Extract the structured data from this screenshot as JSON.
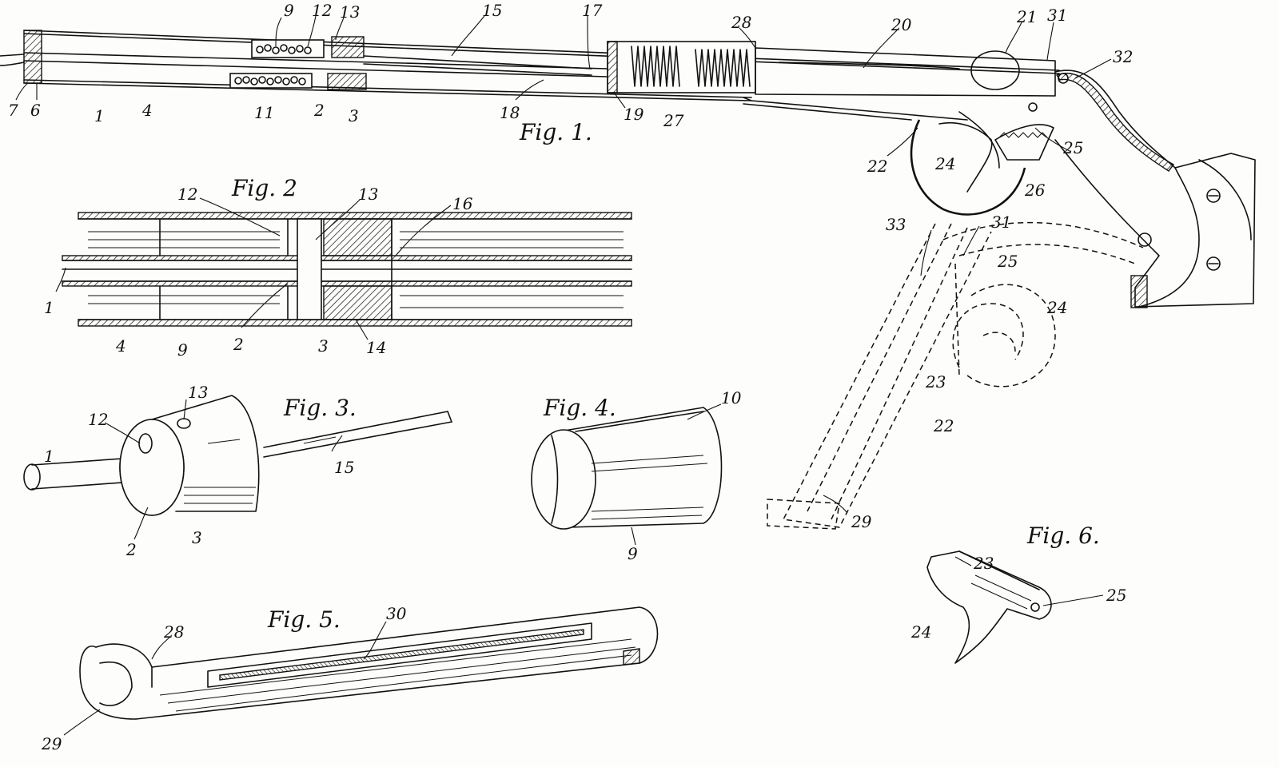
{
  "figures": {
    "fig1": "Fig. 1.",
    "fig2": "Fig. 2",
    "fig3": "Fig. 3.",
    "fig4": "Fig. 4.",
    "fig5": "Fig. 5.",
    "fig6": "Fig. 6."
  },
  "labels": {
    "fig1": [
      "9",
      "12",
      "13",
      "15",
      "17",
      "28",
      "20",
      "21",
      "31",
      "32",
      "7",
      "6",
      "1",
      "4",
      "11",
      "2",
      "3",
      "18",
      "19",
      "27",
      "22",
      "24",
      "25",
      "26",
      "33",
      "31",
      "25",
      "24",
      "23",
      "22",
      "29"
    ],
    "fig2": [
      "12",
      "13",
      "16",
      "1",
      "4",
      "9",
      "2",
      "3",
      "14"
    ],
    "fig3": [
      "13",
      "12",
      "1",
      "15",
      "2",
      "3"
    ],
    "fig4": [
      "10",
      "9"
    ],
    "fig5": [
      "30",
      "28",
      "29"
    ],
    "fig6": [
      "23",
      "25",
      "24"
    ]
  }
}
